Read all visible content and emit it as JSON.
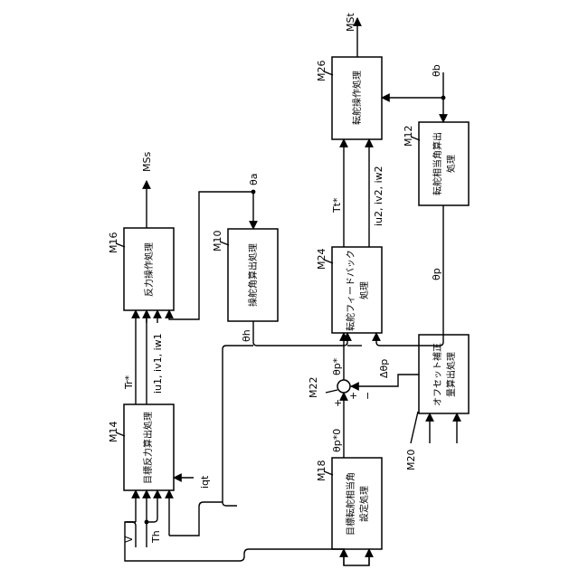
{
  "blocks": {
    "m14": {
      "ref": "M14",
      "label": "目標反力算出処理"
    },
    "m16": {
      "ref": "M16",
      "label": "反力操作処理"
    },
    "m10": {
      "ref": "M10",
      "label": "操舵角算出処理"
    },
    "m18": {
      "ref": "M18",
      "label_line1": "目標転舵相当角",
      "label_line2": "設定処理"
    },
    "m20": {
      "ref": "M20",
      "label_line1": "オフセット補正",
      "label_line2": "量算出処理"
    },
    "m24": {
      "ref": "M24",
      "label_line1": "転舵フィードバック",
      "label_line2": "処理"
    },
    "m12": {
      "ref": "M12",
      "label_line1": "転舵相当角算出",
      "label_line2": "処理"
    },
    "m26": {
      "ref": "M26",
      "label": "転舵操作処理"
    }
  },
  "adder": {
    "ref": "M22",
    "plus_top": "+",
    "plus_left": "+",
    "minus": "−"
  },
  "signals": {
    "v": "V",
    "th": "Th",
    "iqt": "iqt",
    "tr": "Tr*",
    "iu1": "iu1, iv1, iw1",
    "mss": "MSs",
    "theta_a": "θa",
    "theta_h": "θh",
    "theta_p_star0": "θp*0",
    "theta_p_star": "θp*",
    "delta_theta_p": "Δθp",
    "theta_p": "θp",
    "tt": "Tt*",
    "iu2": "iu2, iv2, iw2",
    "mst": "MSt",
    "theta_b": "θb"
  }
}
